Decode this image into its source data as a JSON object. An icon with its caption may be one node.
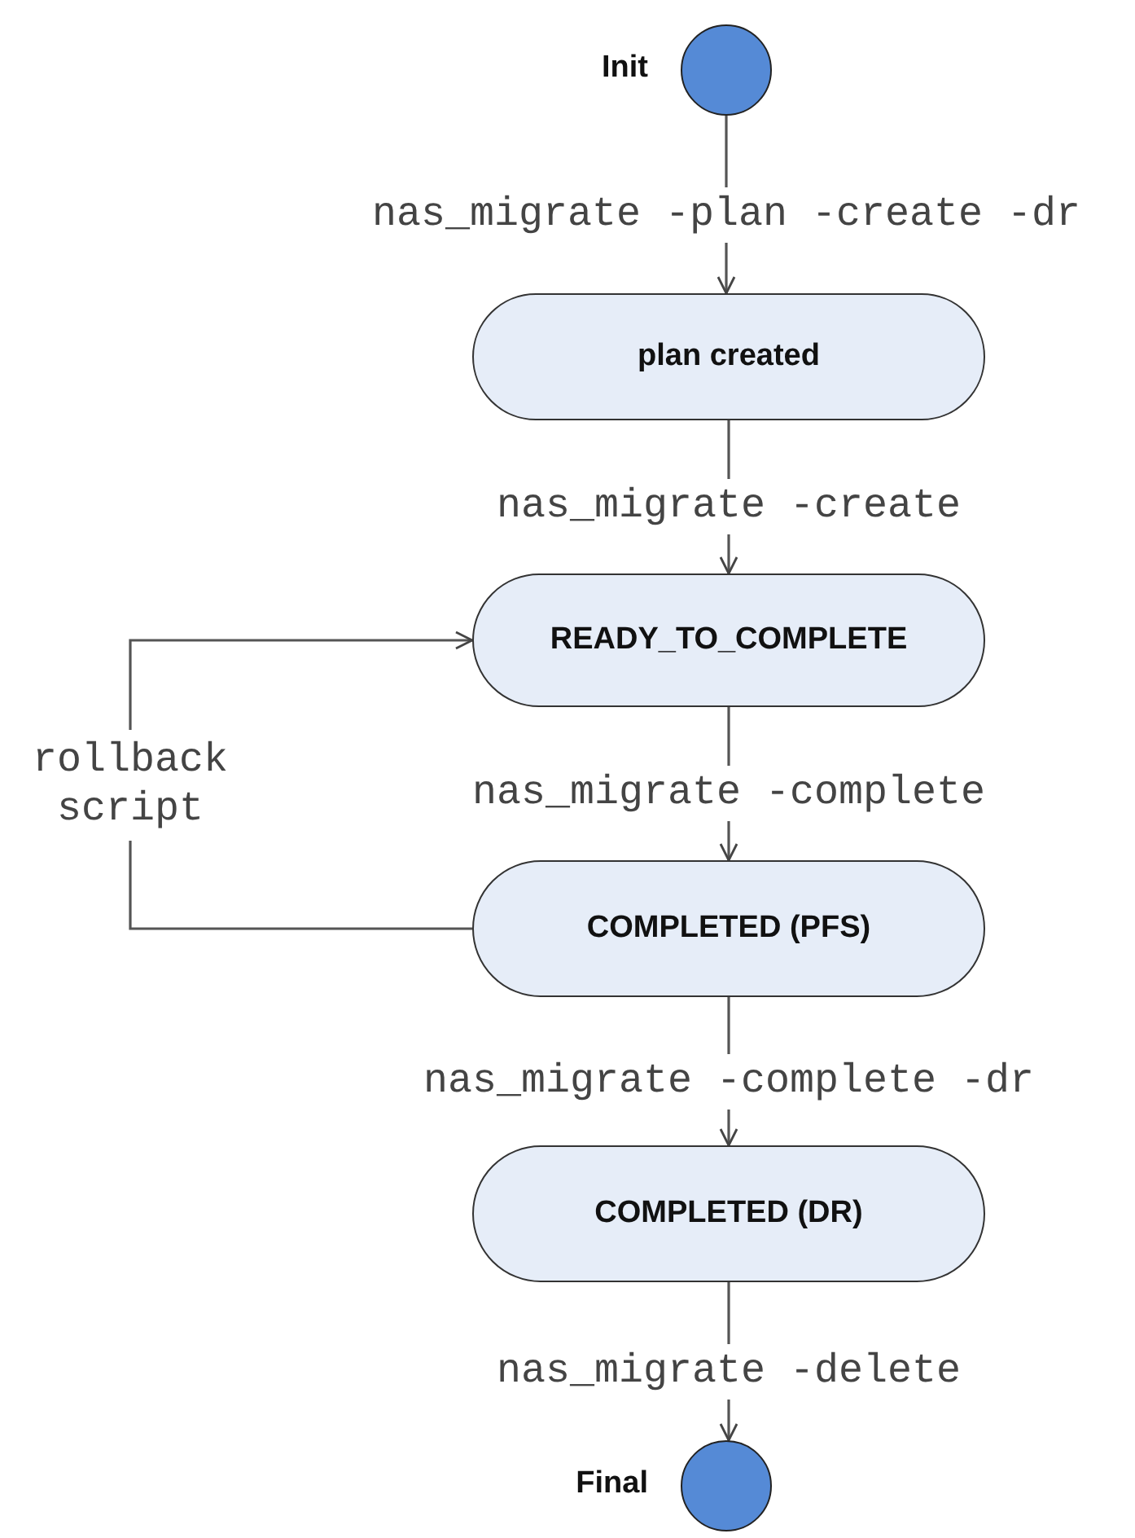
{
  "diagram": {
    "nodes": [
      {
        "text": [],
        "shape": "circle",
        "beside": [
          "Init"
        ]
      },
      {
        "text": [
          "plan created"
        ]
      },
      {
        "text": [
          "READY_TO_COMPLETE"
        ]
      },
      {
        "text": [
          "COMPLETED (PFS)"
        ]
      },
      {
        "text": [
          "COMPLETED (DR)"
        ]
      },
      {
        "text": [],
        "shape": "circle",
        "beside": [
          "Final"
        ]
      }
    ],
    "edges": [
      {
        "from": 0,
        "to": 1,
        "arrow": "to",
        "label": "nas_migrate -plan -create -dr"
      },
      {
        "from": 1,
        "to": 2,
        "arrow": "to",
        "label": "nas_migrate -create"
      },
      {
        "from": 2,
        "to": 3,
        "arrow": "to",
        "label": "nas_migrate -complete"
      },
      {
        "from": 3,
        "to": 4,
        "arrow": "to",
        "label": "nas_migrate -complete -dr"
      },
      {
        "from": 4,
        "to": 5,
        "arrow": "to",
        "label": "nas_migrate -delete"
      },
      {
        "from": 3,
        "to": 2,
        "arrow": "to",
        "label": "rollback script"
      }
    ]
  }
}
